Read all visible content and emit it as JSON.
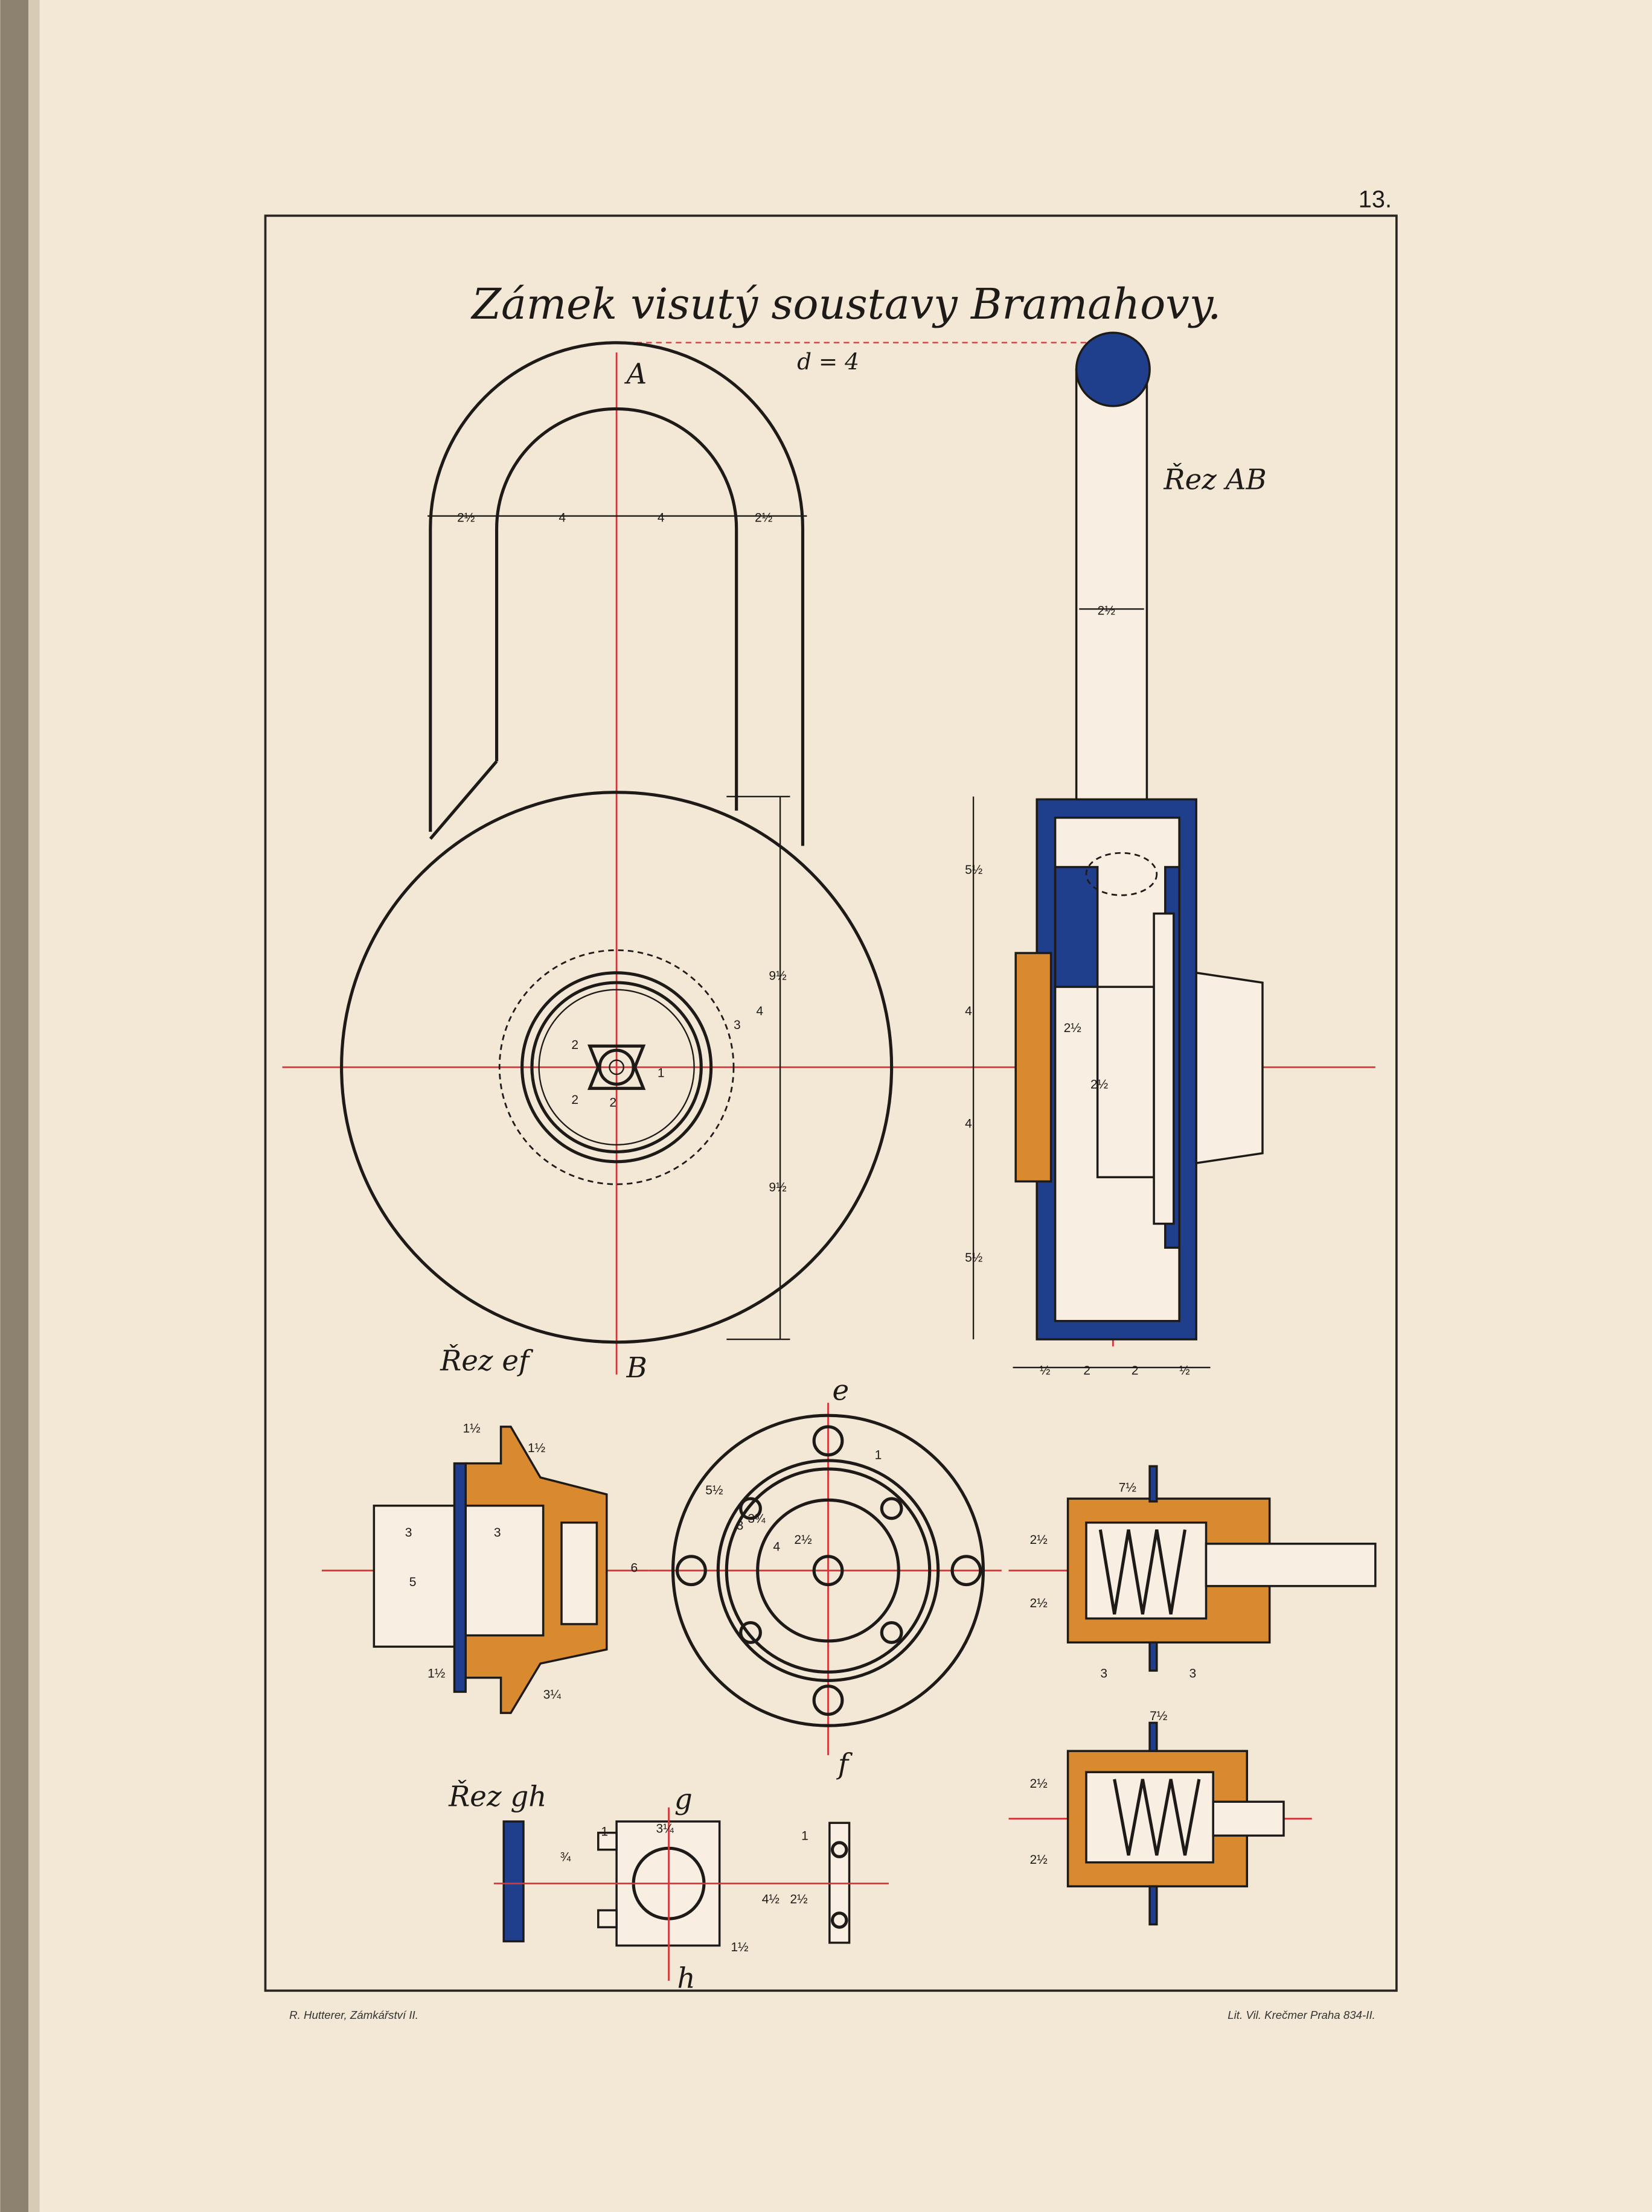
{
  "page": {
    "number": "13.",
    "title": "Zámek visutý soustavy Bramahovy.",
    "scale_note": "d = 4",
    "footer_left": "R. Hutterer, Zámkářství II.",
    "footer_right": "Lit. Vil. Krečmer Praha 834-II."
  },
  "labels": {
    "section_ab": "Řez AB",
    "section_ef": "Řez ef",
    "section_gh": "Řez gh",
    "point_a": "A",
    "point_b": "B",
    "point_e": "e",
    "point_f": "f",
    "point_g": "g",
    "point_h": "h"
  },
  "dims": [
    "2½",
    "4",
    "4",
    "2½",
    "2½",
    "5½",
    "4",
    "4",
    "5½",
    "9½",
    "9½",
    "4",
    "3",
    "2",
    "2",
    "2",
    "1",
    "2½",
    "2½",
    "2",
    "2",
    "½",
    "½",
    "3",
    "3",
    "5",
    "1½",
    "1½",
    "1½",
    "6",
    "3¼",
    "5½",
    "3¾",
    "2½",
    "4",
    "3",
    "1",
    "2½",
    "2½",
    "7½",
    "3",
    "3",
    "7½",
    "2½",
    "2½",
    "3¼",
    "¾",
    "1",
    "1½",
    "4½",
    "2½",
    "1"
  ],
  "colors": {
    "paper": "#f3e8d6",
    "blue": "#1f3f8c",
    "orange": "#d98a2e",
    "red": "#d5363a",
    "ink": "#1d1a18"
  }
}
